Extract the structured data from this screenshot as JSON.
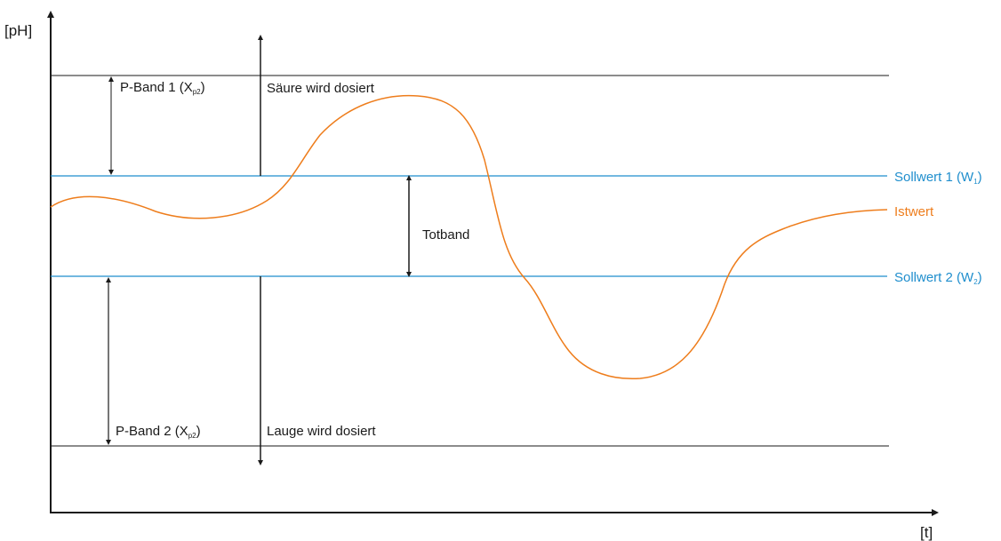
{
  "axes": {
    "y_label": "[pH]",
    "x_label": "[t]"
  },
  "labels": {
    "p_band_1": {
      "prefix": "P-Band 1 (X",
      "sub": "p2",
      "suffix": ")"
    },
    "p_band_2": {
      "prefix": "P-Band 2 (X",
      "sub": "p2",
      "suffix": ")"
    },
    "acid_dosed": "Säure wird dosiert",
    "lye_dosed": "Lauge wird dosiert",
    "dead_band": "Totband",
    "setpoint_1": {
      "prefix": "Sollwert 1 (W",
      "sub": "1",
      "suffix": ")"
    },
    "setpoint_2": {
      "prefix": "Sollwert 2 (W",
      "sub": "2",
      "suffix": ")"
    },
    "actual_value": "Istwert"
  },
  "colors": {
    "setpoint_line": "#1f8ecd",
    "actual_curve": "#ee7d1c",
    "lines": "#1a1a1a"
  }
}
